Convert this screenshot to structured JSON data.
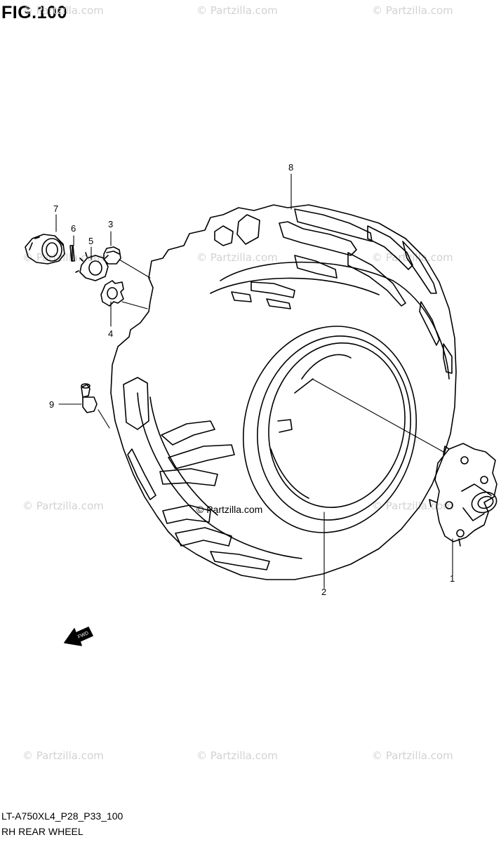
{
  "figure": {
    "title": "FIG.100"
  },
  "watermark": {
    "text": "© Partzilla.com"
  },
  "copyright_center": "© Partzilla.com",
  "callouts": [
    {
      "id": "1",
      "label": "1"
    },
    {
      "id": "2",
      "label": "2"
    },
    {
      "id": "3",
      "label": "3"
    },
    {
      "id": "4",
      "label": "4"
    },
    {
      "id": "5",
      "label": "5"
    },
    {
      "id": "6",
      "label": "6"
    },
    {
      "id": "7",
      "label": "7"
    },
    {
      "id": "8",
      "label": "8"
    },
    {
      "id": "9",
      "label": "9"
    }
  ],
  "direction_arrow": {
    "label": "FWD"
  },
  "footer": {
    "code": "LT-A750XL4_P28_P33_100",
    "name": "RH REAR WHEEL"
  }
}
